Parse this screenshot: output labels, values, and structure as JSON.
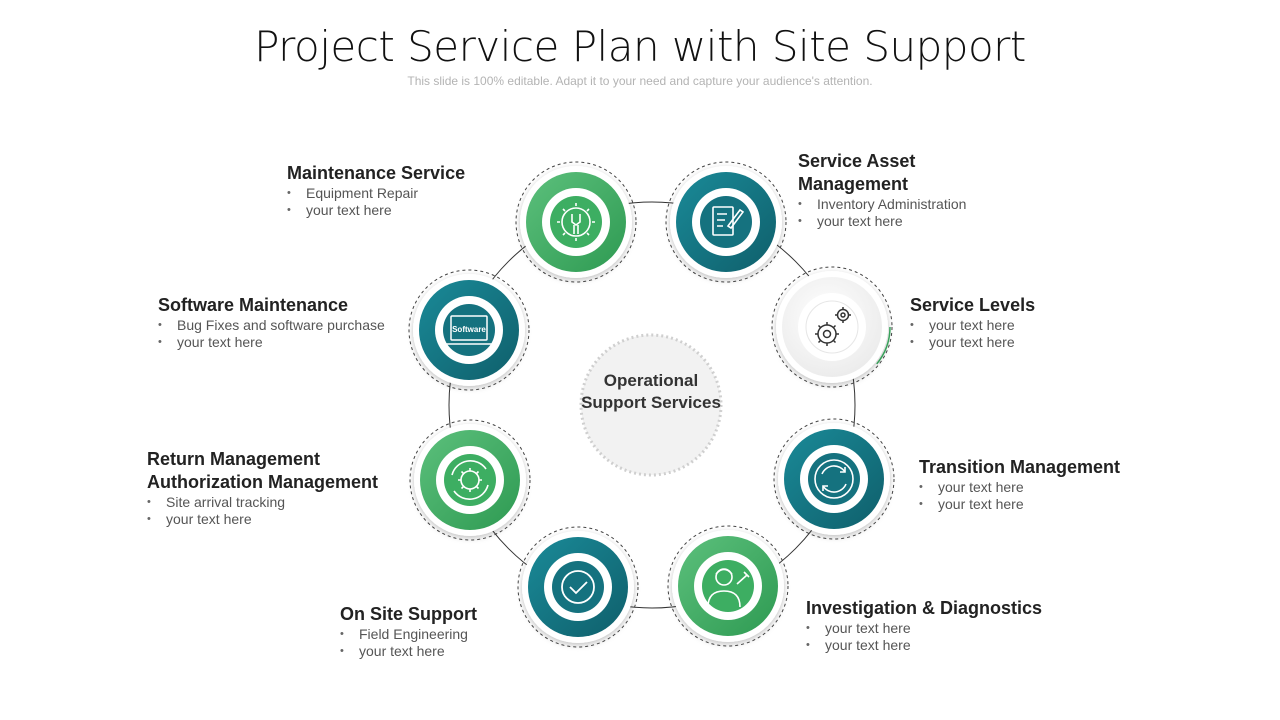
{
  "slide": {
    "title": "Project Service Plan with Site Support",
    "subtitle": "This slide is 100% editable. Adapt it to your need and capture your audience's attention."
  },
  "center": {
    "label": "Operational Support Services"
  },
  "colors": {
    "green": "#3dae62",
    "green_light": "#5cc07c",
    "teal": "#15727f",
    "teal_light": "#1a8a98",
    "gray_ring": "#f3f3f3",
    "icon_dark": "#333333"
  },
  "nodes": [
    {
      "id": "maintenance-service",
      "heading_lines": [
        "Maintenance Service"
      ],
      "bullets": [
        "Equipment Repair",
        "your text here"
      ],
      "style": "green",
      "icon": "wrench-gear-icon"
    },
    {
      "id": "service-asset-management",
      "heading_lines": [
        "Service Asset",
        "Management"
      ],
      "bullets": [
        "Inventory Administration",
        "your text here"
      ],
      "style": "teal",
      "icon": "document-pen-icon"
    },
    {
      "id": "service-levels",
      "heading_lines": [
        "Service Levels"
      ],
      "bullets": [
        "your text here",
        "your text here"
      ],
      "style": "gray",
      "icon": "gears-icon"
    },
    {
      "id": "transition-management",
      "heading_lines": [
        "Transition Management"
      ],
      "bullets": [
        "your text here",
        "your text here"
      ],
      "style": "teal",
      "icon": "refresh-cycle-icon"
    },
    {
      "id": "investigation-diagnostics",
      "heading_lines": [
        "Investigation & Diagnostics"
      ],
      "bullets": [
        "your text here",
        "your text here"
      ],
      "style": "green",
      "icon": "technician-icon"
    },
    {
      "id": "on-site-support",
      "heading_lines": [
        "On Site Support"
      ],
      "bullets": [
        "Field Engineering",
        "your text here"
      ],
      "style": "teal",
      "icon": "check-circle-icon"
    },
    {
      "id": "return-management",
      "heading_lines": [
        "Return Management",
        "Authorization Management"
      ],
      "bullets": [
        "Site arrival tracking",
        "your text here"
      ],
      "style": "green",
      "icon": "gear-cycle-icon"
    },
    {
      "id": "software-maintenance",
      "heading_lines": [
        "Software Maintenance"
      ],
      "bullets": [
        "Bug Fixes and software purchase",
        "your text here"
      ],
      "style": "teal",
      "icon": "laptop-software-icon",
      "icon_text": "Software"
    }
  ]
}
